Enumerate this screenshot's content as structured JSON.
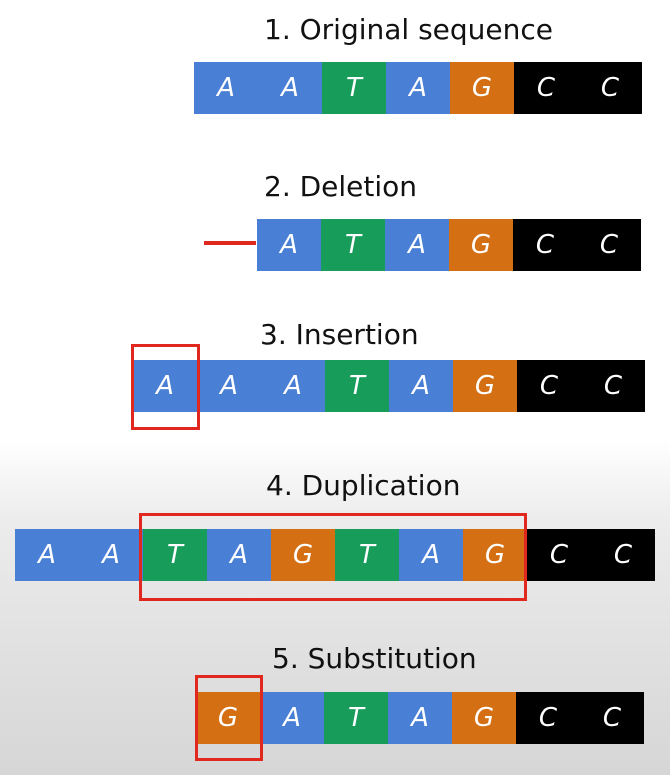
{
  "colors": {
    "A": "#4a7fd6",
    "T": "#179c5a",
    "G": "#d46f14",
    "C": "#000000",
    "highlight": "#e0281e"
  },
  "rows": [
    {
      "title": "1. Original sequence",
      "bases": [
        "A",
        "A",
        "T",
        "A",
        "G",
        "C",
        "C"
      ]
    },
    {
      "title": "2. Deletion",
      "bases": [
        "A",
        "T",
        "A",
        "G",
        "C",
        "C"
      ]
    },
    {
      "title": "3. Insertion",
      "bases": [
        "A",
        "A",
        "A",
        "T",
        "A",
        "G",
        "C",
        "C"
      ]
    },
    {
      "title": "4. Duplication",
      "bases": [
        "A",
        "A",
        "T",
        "A",
        "G",
        "T",
        "A",
        "G",
        "C",
        "C"
      ]
    },
    {
      "title": "5. Substitution",
      "bases": [
        "G",
        "A",
        "T",
        "A",
        "G",
        "C",
        "C"
      ]
    }
  ]
}
